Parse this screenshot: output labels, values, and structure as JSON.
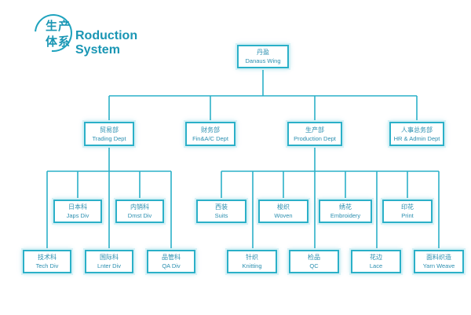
{
  "header": {
    "logo_cn_line1": "生产",
    "logo_cn_line2": "体系",
    "title_en": "Roduction System"
  },
  "org": {
    "root": {
      "cn": "丹盈",
      "en": "Danaus Wing"
    },
    "departments": [
      {
        "id": "trading",
        "cn": "贸易部",
        "en": "Trading Dept"
      },
      {
        "id": "finance",
        "cn": "财务部",
        "en": "Fin&A/C Dept"
      },
      {
        "id": "production",
        "cn": "生产部",
        "en": "Production Dept"
      },
      {
        "id": "hr",
        "cn": "人事总务部",
        "en": "HR & Admin Dept"
      }
    ],
    "trading_divisions": [
      {
        "id": "tech",
        "cn": "技术科",
        "en": "Tech Div"
      },
      {
        "id": "japs",
        "cn": "日本科",
        "en": "Japs Div"
      },
      {
        "id": "inter",
        "cn": "国际科",
        "en": "Lnter Div"
      },
      {
        "id": "dmst",
        "cn": "内销科",
        "en": "Dmst Div"
      },
      {
        "id": "qa",
        "cn": "品管科",
        "en": "QA Div"
      }
    ],
    "production_divisions": [
      {
        "id": "suits",
        "cn": "西装",
        "en": "Suits"
      },
      {
        "id": "knitting",
        "cn": "针织",
        "en": "Knitting"
      },
      {
        "id": "woven",
        "cn": "梭织",
        "en": "Woven"
      },
      {
        "id": "qc",
        "cn": "检品",
        "en": "QC"
      },
      {
        "id": "embroidery",
        "cn": "绣花",
        "en": "Embroidery"
      },
      {
        "id": "lace",
        "cn": "花边",
        "en": "Lace"
      },
      {
        "id": "print",
        "cn": "印花",
        "en": "Print"
      },
      {
        "id": "yarn",
        "cn": "面料织造",
        "en": "Yarn Weave"
      }
    ]
  },
  "colors": {
    "line": "#2bb0c8",
    "text": "#2b8fb0",
    "logo": "#1a96b4"
  }
}
